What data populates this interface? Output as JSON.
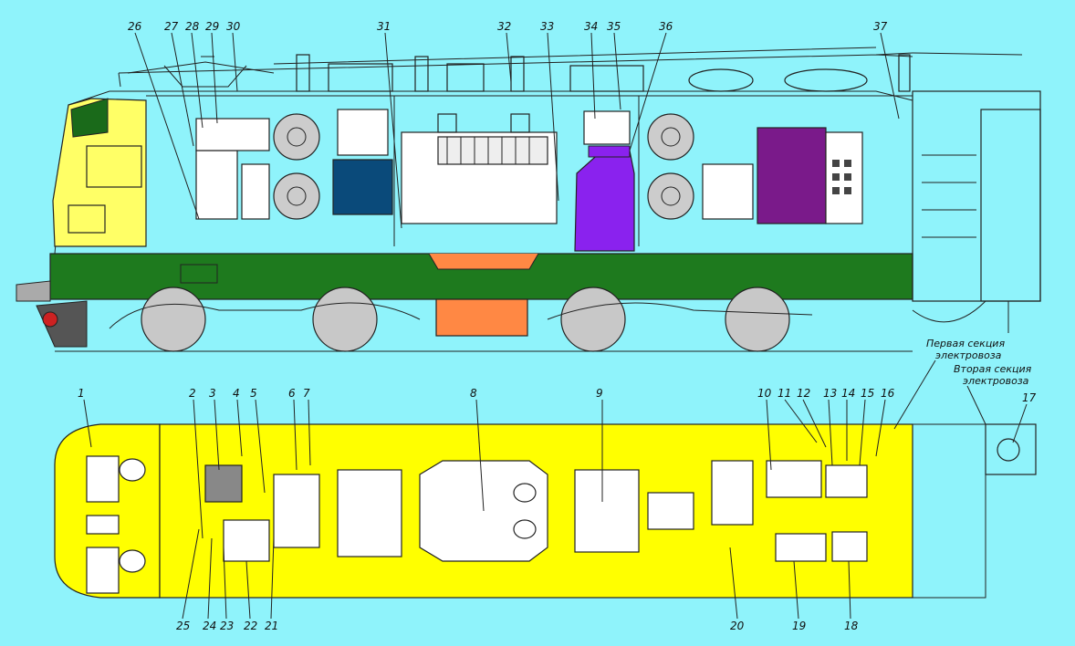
{
  "side_view": {
    "callouts": [
      "26",
      "27",
      "28",
      "29",
      "30",
      "31",
      "32",
      "33",
      "34",
      "35",
      "36",
      "37"
    ]
  },
  "plan_view": {
    "callouts_top": [
      "1",
      "2",
      "3",
      "4",
      "5",
      "6",
      "7",
      "8",
      "9",
      "10",
      "11",
      "12",
      "13",
      "14",
      "15",
      "16"
    ],
    "callouts_bottom": [
      "25",
      "24",
      "23",
      "22",
      "21",
      "20",
      "19",
      "18"
    ],
    "callout_17": "17"
  },
  "section_labels": {
    "line1": "Первая секция",
    "line2": "электровоза",
    "line3": "Вторая секция",
    "line4": "электровоза"
  },
  "colors": {
    "background": "#8ff3fb",
    "frame": "#1e7a1e",
    "cab": "#ffff66",
    "plan_body": "#ffff00",
    "blue_unit": "#0a4a7a",
    "violet_unit": "#8a22ee",
    "purple_unit": "#7a1a8a",
    "orange_tank": "#ff8844",
    "wheel": "#c8c8c8",
    "dark_green": "#1a6a1a"
  }
}
